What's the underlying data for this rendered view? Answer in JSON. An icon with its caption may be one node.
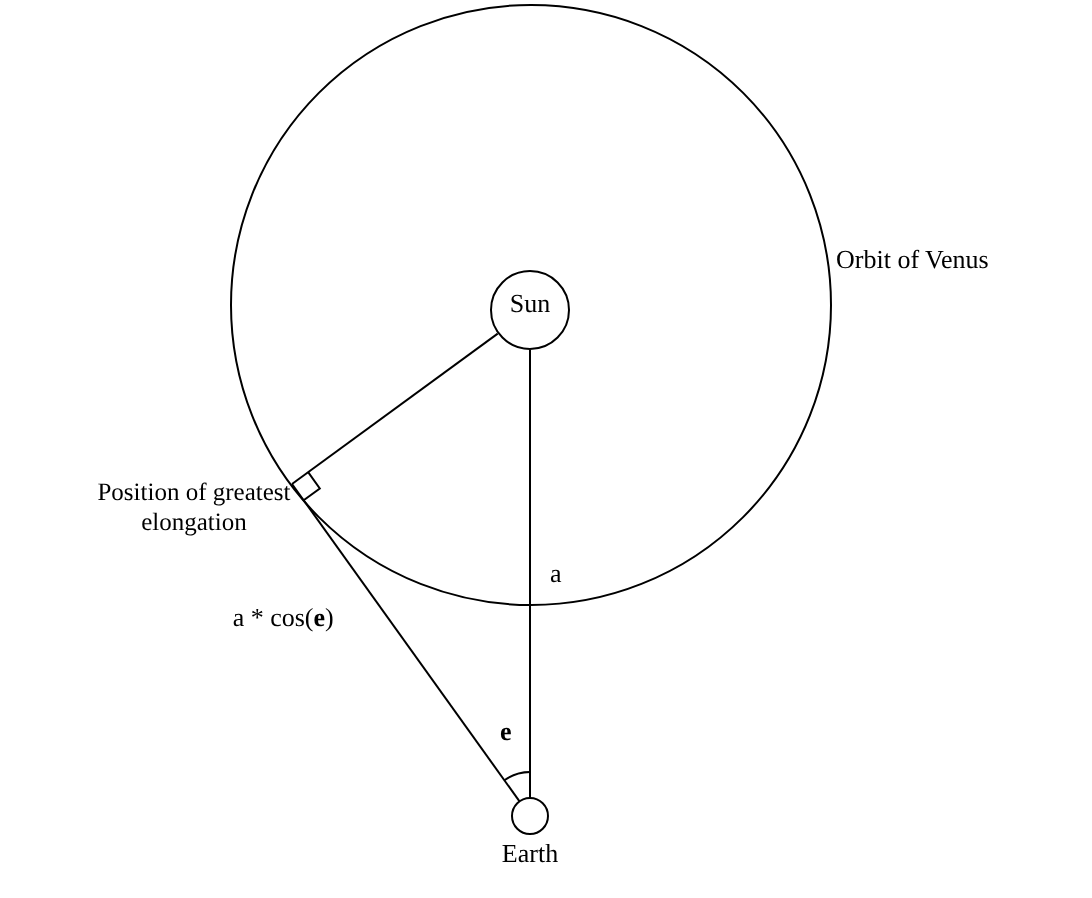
{
  "diagram": {
    "nodes": [
      {
        "text": [
          "Orbit of Venus"
        ]
      },
      {
        "text": [
          "Sun"
        ],
        "in": 0
      },
      {
        "text": [
          "Position of greatest elongation"
        ]
      },
      {
        "text": [
          "Earth"
        ]
      }
    ],
    "edges": [
      {
        "from": 1,
        "to": 2,
        "arrow": "none"
      },
      {
        "from": 2,
        "to": 3,
        "arrow": "none",
        "label": "a * cos(**e**)"
      },
      {
        "from": 1,
        "to": 3,
        "arrow": "none",
        "label": "a"
      }
    ],
    "labels": [
      "e"
    ]
  }
}
